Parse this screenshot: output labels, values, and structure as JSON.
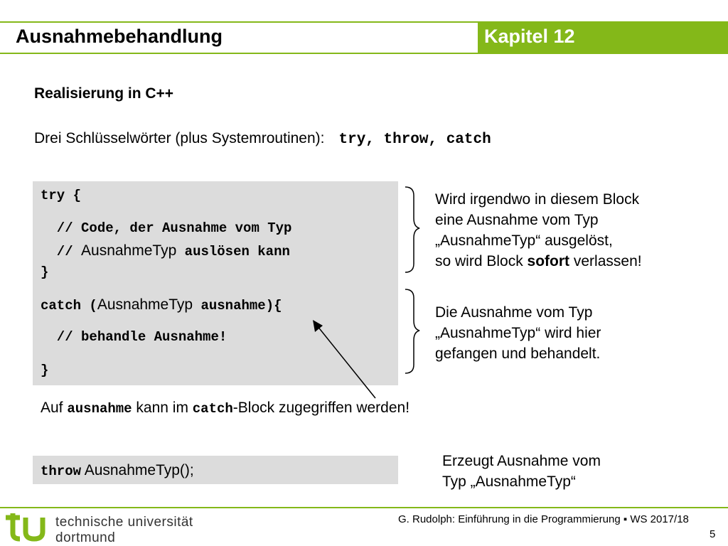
{
  "header": {
    "title": "Ausnahmebehandlung",
    "chapter": "Kapitel 12"
  },
  "subtitle": "Realisierung in C++",
  "intro": {
    "text": "Drei Schlüsselwörter (plus Systemroutinen):",
    "keywords": "try, throw, catch"
  },
  "code_block": {
    "line1": "try {",
    "line2": "  // Code, der Ausnahme vom Typ",
    "line3_prefix": "  // ",
    "line3_type": "AusnahmeTyp",
    "line3_suffix": " auslösen kann",
    "line4": "}",
    "line5_prefix": "catch (",
    "line5_type": "AusnahmeTyp",
    "line5_suffix": " ausnahme){",
    "line6": "  // behandle Ausnahme!",
    "line7": "}"
  },
  "note_try": {
    "line1": "Wird irgendwo in diesem Block",
    "line2": "eine Ausnahme vom Typ",
    "line3": "„AusnahmeTyp“ ausgelöst,",
    "line4_prefix": "so wird Block ",
    "line4_bold": "sofort",
    "line4_suffix": " verlassen!"
  },
  "note_catch": {
    "line1": "Die Ausnahme vom Typ",
    "line2": "„AusnahmeTyp“ wird hier",
    "line3": "gefangen und behandelt."
  },
  "access_note": {
    "prefix": "Auf ",
    "code1": "ausnahme",
    "middle": " kann im ",
    "code2": "catch",
    "suffix": "-Block zugegriffen werden!"
  },
  "throw_block": {
    "keyword": "throw",
    "rest": " AusnahmeTyp();"
  },
  "note_throw": {
    "line1": "Erzeugt Ausnahme vom",
    "line2": "Typ „AusnahmeTyp“"
  },
  "footer": {
    "logo_line1": "technische universität",
    "logo_line2": "dortmund",
    "credit": "G. Rudolph: Einführung in die Programmierung ▪ WS 2017/18",
    "page": "5"
  },
  "colors": {
    "accent": "#84b819",
    "code_bg": "#dcdcdc",
    "logo": "#84b819"
  }
}
